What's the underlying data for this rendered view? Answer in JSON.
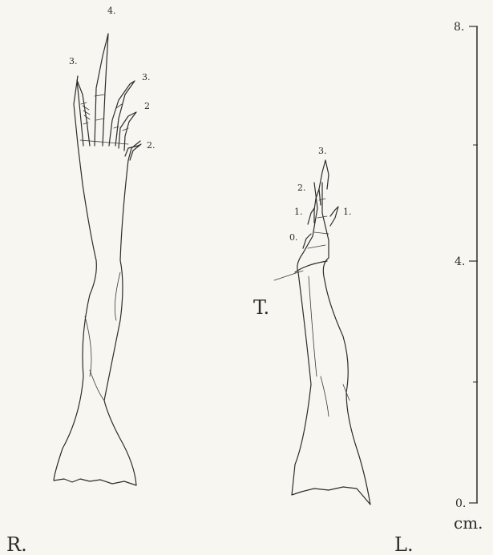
{
  "figure": {
    "right_label": "R.",
    "left_label": "L.",
    "tendon_label": "T.",
    "right_digit_labels": [
      "4.",
      "3.",
      "3.",
      "2",
      "2."
    ],
    "left_digit_labels": [
      "3.",
      "2.",
      "1.",
      "1.",
      "0."
    ]
  },
  "scale_bar": {
    "tick_labels": [
      "8.",
      "4.",
      "0."
    ],
    "unit": "cm."
  }
}
